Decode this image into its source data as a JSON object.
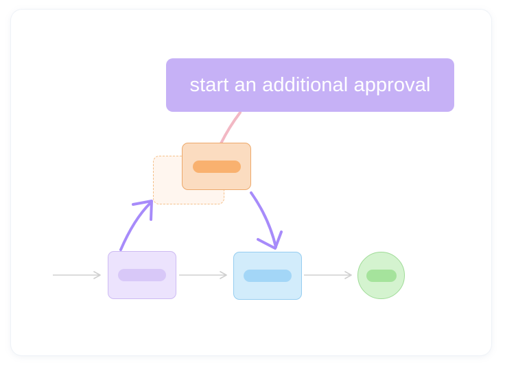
{
  "callout": {
    "text": "start an additional approval"
  },
  "colors": {
    "callout_bg": "#c6b1f6",
    "callout_text": "#ffffff",
    "flow_arrow": "#a78bfa",
    "connector": "#f2b8c4",
    "main_arrow": "#cfcfcf",
    "approval_node": "#fbdcc0",
    "start_node": "#ece3fd",
    "mid_node": "#d2ecfb",
    "end_node": "#d4f3cf"
  },
  "nodes": [
    {
      "id": "start",
      "shape": "rounded-rect"
    },
    {
      "id": "added-approval",
      "shape": "rounded-rect"
    },
    {
      "id": "added-approval-ghost",
      "shape": "rounded-rect-dashed"
    },
    {
      "id": "next-step",
      "shape": "rounded-rect"
    },
    {
      "id": "end",
      "shape": "circle"
    }
  ]
}
